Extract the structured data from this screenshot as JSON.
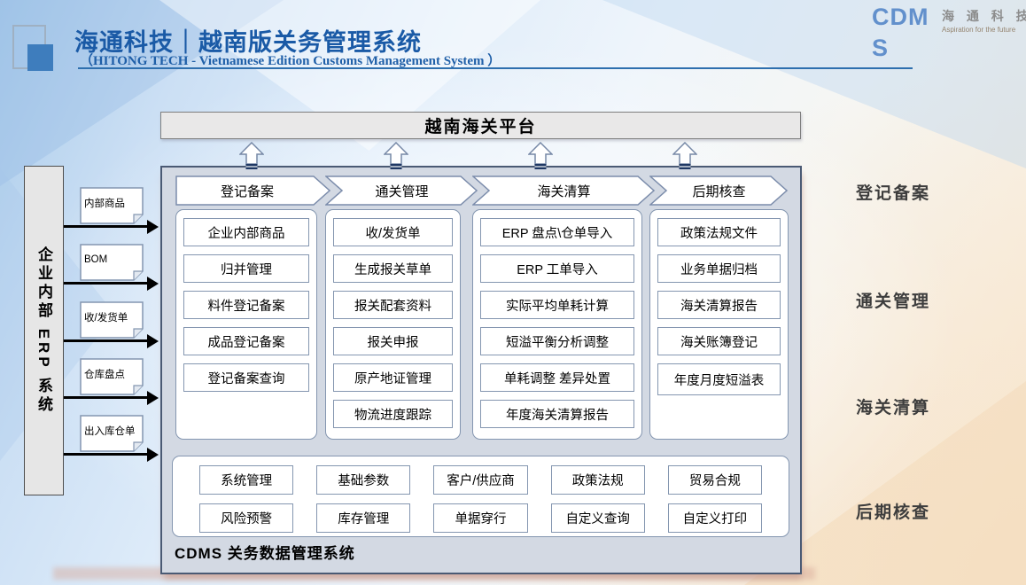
{
  "header": {
    "title": "海通科技｜越南版关务管理系统",
    "subtitle": "（HITONG TECH - Vietnamese Edition Customs Management System ）"
  },
  "logo": {
    "cdms_line1": "CDM",
    "cdms_line2": "S",
    "brand_cn": "海 通 科 技",
    "brand_tagline": "Aspiration for the future"
  },
  "colors": {
    "accent_blue": "#1a5aa6",
    "logo_blue": "#6290cc",
    "box_border_slate": "#8496b0",
    "main_box_fill": "#d3d9e3",
    "arrow_base_navy": "#1f3864"
  },
  "platform_bar": "越南海关平台",
  "erp_sidebar": {
    "label": "企业内部 ERP 系统",
    "documents": [
      "内部商品",
      "BOM",
      "收/发货单",
      "仓库盘点",
      "出入库仓单"
    ]
  },
  "process_columns": [
    {
      "header": "登记备案",
      "items": [
        "企业内部商品",
        "归并管理",
        "料件登记备案",
        "成品登记备案",
        "登记备案查询"
      ]
    },
    {
      "header": "通关管理",
      "items": [
        "收/发货单",
        "生成报关草单",
        "报关配套资料",
        "报关申报",
        "原产地证管理",
        "物流进度跟踪"
      ]
    },
    {
      "header": "海关清算",
      "items": [
        "ERP 盘点\\仓单导入",
        "ERP 工单导入",
        "实际平均单耗计算",
        "短溢平衡分析调整",
        "单耗调整 差异处置",
        "年度海关清算报告"
      ]
    },
    {
      "header": "后期核查",
      "items": [
        "政策法规文件",
        "业务单据归档",
        "海关清算报告",
        "海关账簿登记",
        "年度月度短溢表"
      ]
    }
  ],
  "foundation": {
    "row1": [
      "系统管理",
      "基础参数",
      "客户/供应商",
      "政策法规",
      "贸易合规"
    ],
    "row2": [
      "风险预警",
      "库存管理",
      "单据穿行",
      "自定义查询",
      "自定义打印"
    ],
    "caption": "CDMS 关务数据管理系统"
  },
  "side_labels": [
    "登记备案",
    "通关管理",
    "海关清算",
    "后期核查"
  ]
}
